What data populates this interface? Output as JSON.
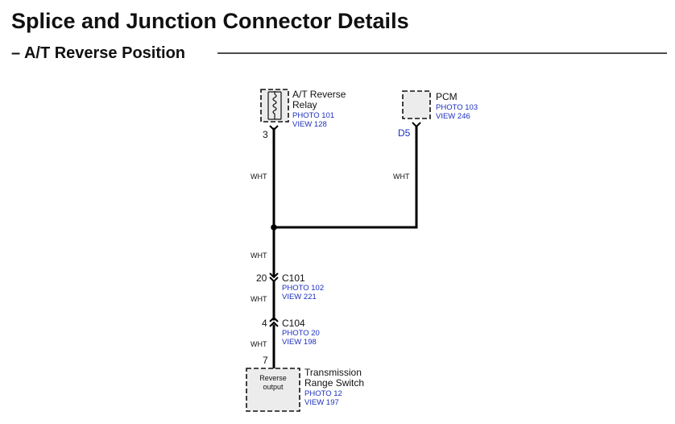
{
  "title": "Splice and Junction Connector Details",
  "subtitle": "– A/T Reverse Position",
  "components": {
    "relay": {
      "name_line1": "A/T Reverse",
      "name_line2": "Relay",
      "photo": "PHOTO 101",
      "view": "VIEW 128",
      "pin": "3"
    },
    "pcm": {
      "name": "PCM",
      "photo": "PHOTO 103",
      "view": "VIEW 246",
      "pin": "D5"
    },
    "c101": {
      "name": "C101",
      "photo": "PHOTO 102",
      "view": "VIEW 221",
      "pin": "20"
    },
    "c104": {
      "name": "C104",
      "photo": "PHOTO 20",
      "view": "VIEW 198",
      "pin": "4"
    },
    "switch": {
      "name_line1": "Transmission",
      "name_line2": "Range Switch",
      "photo": "PHOTO 12",
      "view": "VIEW 197",
      "pin": "7",
      "inner_line1": "Reverse",
      "inner_line2": "output"
    }
  },
  "wires": {
    "relay_to_splice": "WHT",
    "pcm_to_splice": "WHT",
    "splice_to_c101": "WHT",
    "c101_to_c104": "WHT",
    "c104_to_switch": "WHT"
  }
}
